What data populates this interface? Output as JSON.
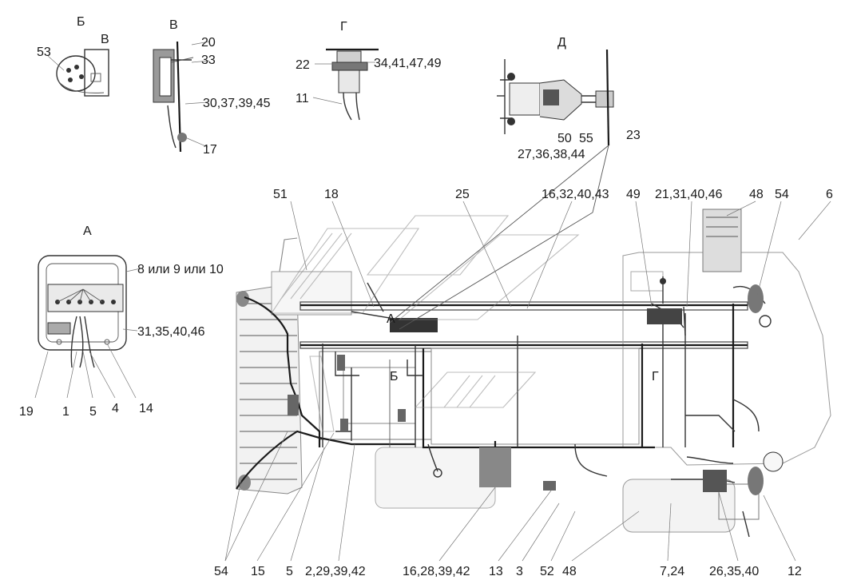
{
  "views": {
    "b": "Б",
    "b_sub": "В",
    "v": "В",
    "g": "Г",
    "d": "Д",
    "a": "А"
  },
  "callouts": {
    "c53": "53",
    "c20": "20",
    "c33": "33",
    "c30": "30,37,39,45",
    "c17": "17",
    "c22": "22",
    "c34": "34,41,47,49",
    "c11": "11",
    "c50": "50",
    "c55": "55",
    "c23": "23",
    "c27": "27,36,38,44",
    "c51": "51",
    "c18": "18",
    "c25": "25",
    "c16a": "16,32,40,43",
    "c49": "49",
    "c21": "21,31,40,46",
    "c48": "48",
    "c54": "54",
    "c6": "6",
    "c8": "8 или 9 или 10",
    "c31": "31,35,40,46",
    "c19": "19",
    "c1": "1",
    "c5": "5",
    "c4": "4",
    "c14": "14",
    "b54": "54",
    "b15": "15",
    "b5": "5",
    "b2": "2,29,39,42",
    "b16": "16,28,39,42",
    "b13": "13",
    "b3": "3",
    "b52": "52",
    "b48": "48",
    "b7": "7,24",
    "b26": "26,35,40",
    "b12": "12"
  },
  "markers": {
    "a": "А",
    "b": "Б",
    "g": "Г"
  }
}
